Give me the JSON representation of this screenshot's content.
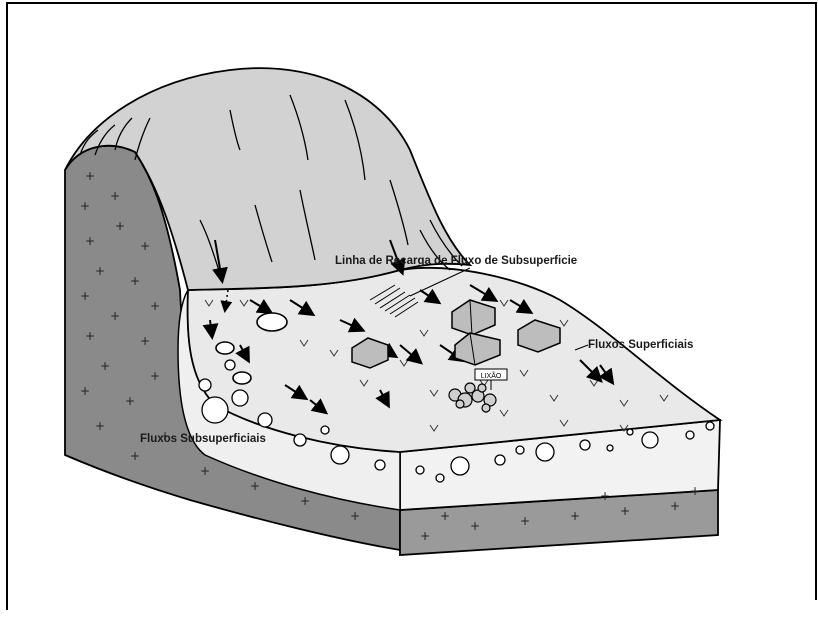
{
  "diagram": {
    "labels": {
      "recharge_line": "Linha de Recarga de Fluxo de Subsuperficie",
      "surface_flows": "Fluxos Superficiais",
      "subsurface_flows": "Fluxos Subsuperficiais",
      "signpost": "LIXÃO"
    },
    "colors": {
      "bedrock": "#8a8a8a",
      "hill": "#d2d2d2",
      "soil": "#e9e9e9",
      "soil_side": "#f2f2f2",
      "band": "#9a9a9a",
      "outline": "#000000"
    }
  }
}
